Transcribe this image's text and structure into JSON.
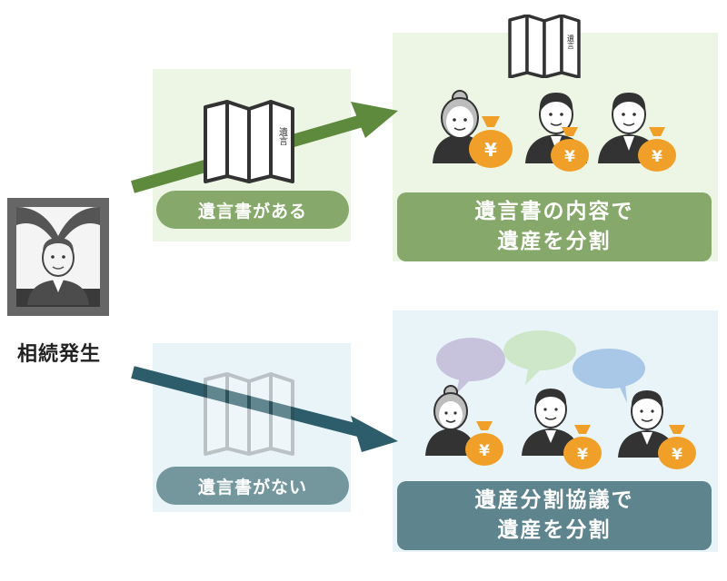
{
  "deceased": {
    "label": "相続発生"
  },
  "will_case": {
    "pill_label": "遺言書がある",
    "document_text": "遺言",
    "result_line1": "遺言書の内容で",
    "result_line2": "遺産を分割",
    "icons": [
      "will-document-icon",
      "elderly-woman-icon",
      "man-icon",
      "man-icon",
      "money-bag-icon"
    ]
  },
  "no_will_case": {
    "pill_label": "遺言書がない",
    "result_line1": "遺産分割協議で",
    "result_line2": "遺産を分割",
    "icons": [
      "faded-document-icon",
      "speech-bubble-icon",
      "elderly-woman-icon",
      "man-icon",
      "money-bag-icon"
    ]
  },
  "money_symbol": "¥",
  "colors": {
    "green_arrow": "#5e8a3d",
    "blue_arrow": "#2d5d6b",
    "green_panel": "#edf6e4",
    "blue_panel": "#e9f4f9",
    "money_bag": "#f0a028",
    "bubble_purple": "#c8c3dc",
    "bubble_green": "#cde7c8",
    "bubble_blue": "#a9c7e6"
  }
}
